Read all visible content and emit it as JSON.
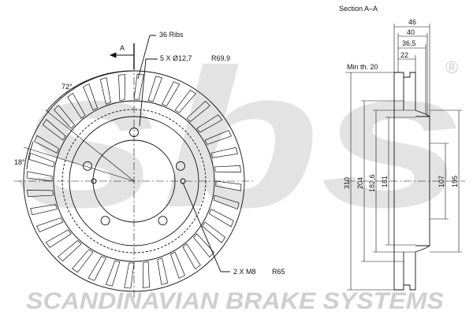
{
  "watermark": {
    "logo_text": "sbs",
    "registered_mark": "®",
    "brand_line": "SCANDINAVIAN BRAKE SYSTEMS",
    "color": "#d9d9d9"
  },
  "front_view": {
    "section_marker": "A",
    "ribs_label": "36 Ribs",
    "bolt_pattern_label": "5 X Ø12,7",
    "bolt_circle_label": "R69,9",
    "angle_72_label": "72°",
    "angle_18_label": "18°",
    "thread_label": "2 X M8",
    "thread_radius_label": "R65"
  },
  "section_view": {
    "title": "Section A–A",
    "min_thickness_label": "Min th. 20",
    "widths": [
      "46",
      "40",
      "36,5",
      "22"
    ],
    "diameters": [
      "310",
      "204",
      "182,6",
      "181",
      "107",
      "195"
    ]
  },
  "colors": {
    "line": "#111111",
    "watermark": "#d9d9d9"
  }
}
